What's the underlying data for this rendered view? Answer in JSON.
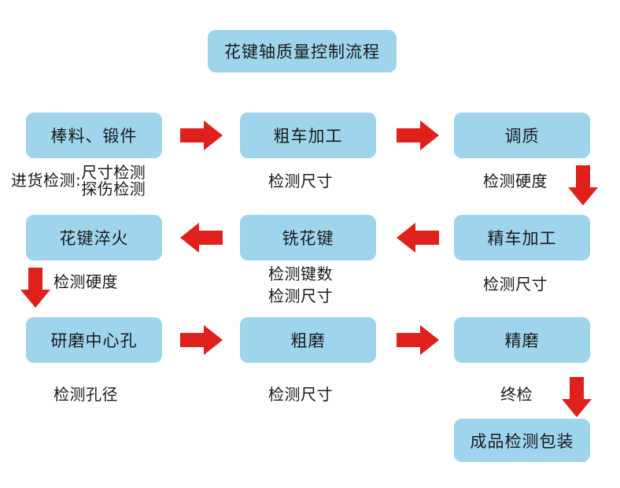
{
  "title": {
    "label": "花键轴质量控制流程"
  },
  "colors": {
    "node_fill": "#9ED4EC",
    "arrow": "#E0201B",
    "text": "#1a1a1a",
    "background": "#ffffff"
  },
  "nodes": [
    {
      "id": "bar-forging",
      "label": "棒料、锻件"
    },
    {
      "id": "rough-turning",
      "label": "粗车加工"
    },
    {
      "id": "quenching-tempering",
      "label": "调质"
    },
    {
      "id": "spline-quenching",
      "label": "花键淬火"
    },
    {
      "id": "spline-milling",
      "label": "铣花键"
    },
    {
      "id": "finish-turning",
      "label": "精车加工"
    },
    {
      "id": "center-hole-grinding",
      "label": "研磨中心孔"
    },
    {
      "id": "rough-grinding",
      "label": "粗磨"
    },
    {
      "id": "fine-grinding",
      "label": "精磨"
    },
    {
      "id": "final-inspect-packaging",
      "label": "成品检测包装"
    }
  ],
  "captions": {
    "incoming_prefix": "进货检测:",
    "incoming_line1": "尺寸检测",
    "incoming_line2": "探伤检测",
    "check_dimension_rough_turning": "检测尺寸",
    "check_hardness_quenching": "检测硬度",
    "check_hardness_spline": "检测硬度",
    "check_key_count": "检测键数",
    "check_dimension_milling": "检测尺寸",
    "check_dimension_finish_turning": "检测尺寸",
    "check_hole_diameter": "检测孔径",
    "check_dimension_rough_grinding": "检测尺寸",
    "final_inspection": "终检"
  },
  "arrows": [
    {
      "id": "arrow-bar-to-rough-turning",
      "direction": "right"
    },
    {
      "id": "arrow-rough-turning-to-tempering",
      "direction": "right"
    },
    {
      "id": "arrow-tempering-to-finish-turning",
      "direction": "down"
    },
    {
      "id": "arrow-finish-turning-to-milling",
      "direction": "left"
    },
    {
      "id": "arrow-milling-to-spline-quenching",
      "direction": "left"
    },
    {
      "id": "arrow-spline-quenching-to-center-hole",
      "direction": "down"
    },
    {
      "id": "arrow-center-hole-to-rough-grinding",
      "direction": "right"
    },
    {
      "id": "arrow-rough-grinding-to-fine-grinding",
      "direction": "right"
    },
    {
      "id": "arrow-fine-grinding-to-packaging",
      "direction": "down"
    }
  ]
}
